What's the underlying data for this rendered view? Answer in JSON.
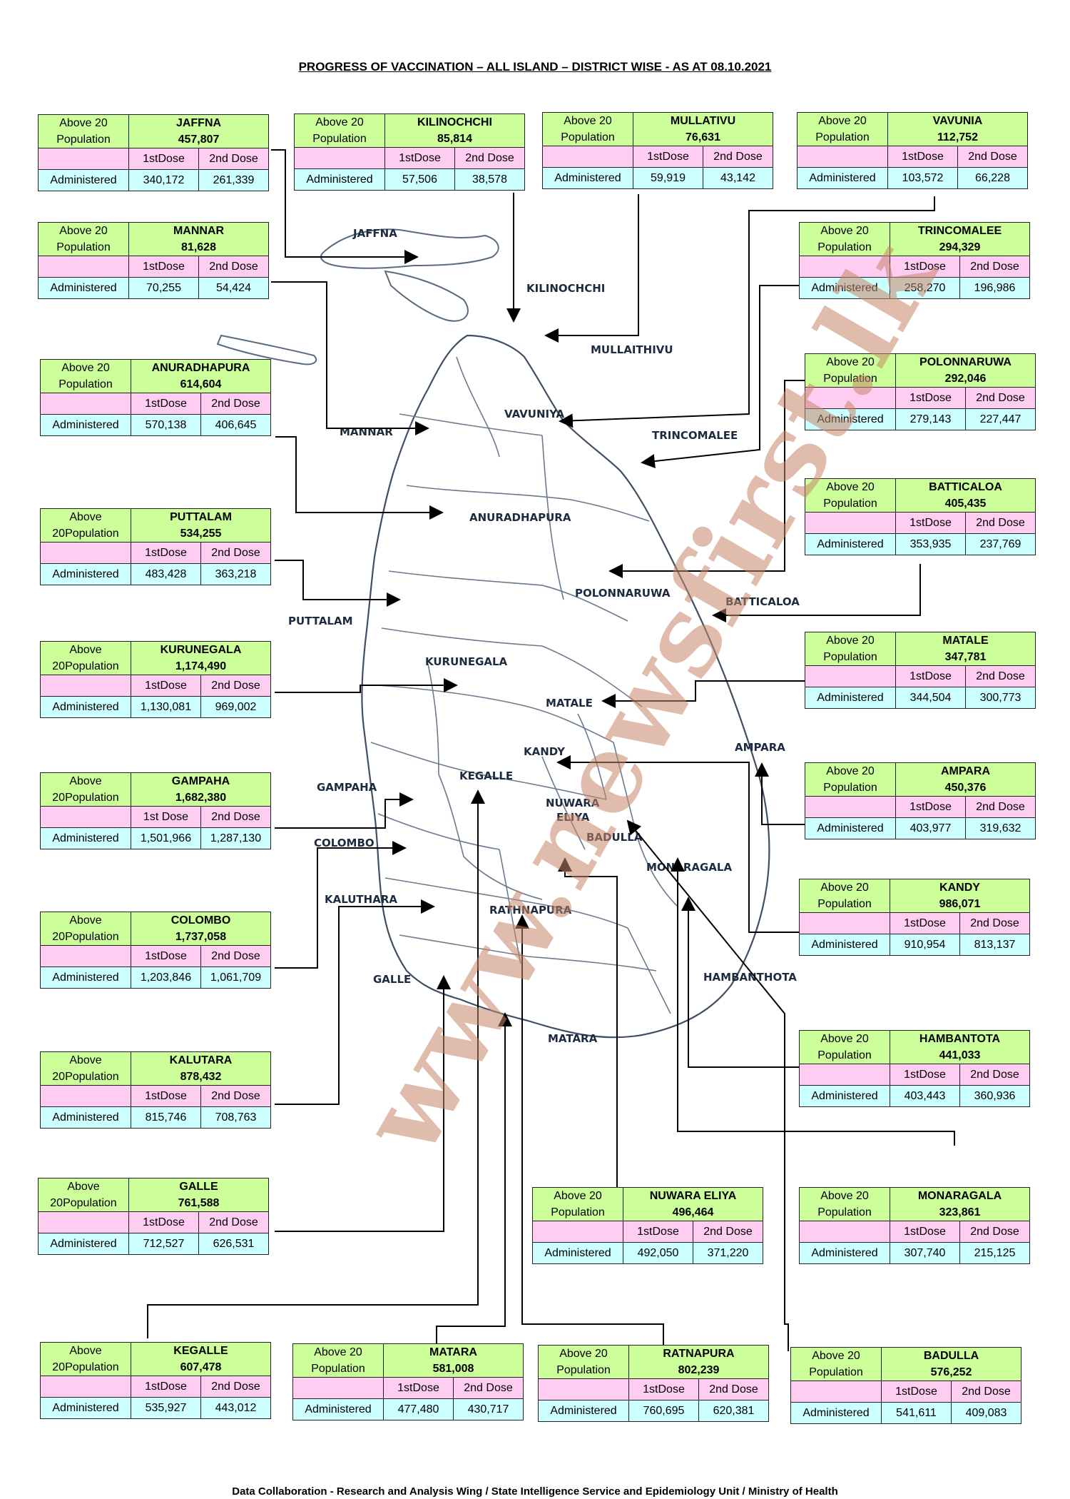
{
  "title": "PROGRESS OF VACCINATION – ALL ISLAND – DISTRICT WISE - AS AT 08.10.2021",
  "footer": "Data Collaboration - Research and Analysis Wing / State Intelligence Service and Epidemiology Unit / Ministry of Health",
  "watermark": "www.newsfirst.lk",
  "columns": {
    "first_dose": "1stDose",
    "second_dose": "2nd Dose",
    "administered": "Administered"
  },
  "districts": [
    {
      "id": "jaffna",
      "label": "Above 20 Population",
      "name": "JAFFNA",
      "population": "457,807",
      "dose1_label": "1stDose",
      "dose2_label": "2nd Dose",
      "dose1": "340,172",
      "dose2": "261,339"
    },
    {
      "id": "kilinochchi",
      "label": "Above 20 Population",
      "name": "KILINOCHCHI",
      "population": "85,814",
      "dose1_label": "1stDose",
      "dose2_label": "2nd Dose",
      "dose1": "57,506",
      "dose2": "38,578"
    },
    {
      "id": "mullativu",
      "label": "Above 20 Population",
      "name": "MULLATIVU",
      "population": "76,631",
      "dose1_label": "1stDose",
      "dose2_label": "2nd Dose",
      "dose1": "59,919",
      "dose2": "43,142"
    },
    {
      "id": "vavunia",
      "label": "Above 20 Population",
      "name": "VAVUNIA",
      "population": "112,752",
      "dose1_label": "1stDose",
      "dose2_label": "2nd Dose",
      "dose1": "103,572",
      "dose2": "66,228"
    },
    {
      "id": "mannar",
      "label": "Above 20 Population",
      "name": "MANNAR",
      "population": "81,628",
      "dose1_label": "1stDose",
      "dose2_label": "2nd Dose",
      "dose1": "70,255",
      "dose2": "54,424"
    },
    {
      "id": "trincomalee",
      "label": "Above 20 Population",
      "name": "TRINCOMALEE",
      "population": "294,329",
      "dose1_label": "1stDose",
      "dose2_label": "2nd Dose",
      "dose1": "258,270",
      "dose2": "196,986"
    },
    {
      "id": "anuradhapura",
      "label": "Above 20 Population",
      "name": "ANURADHAPURA",
      "population": "614,604",
      "dose1_label": "1stDose",
      "dose2_label": "2nd Dose",
      "dose1": "570,138",
      "dose2": "406,645"
    },
    {
      "id": "polonnaruwa",
      "label": "Above 20 Population",
      "name": "POLONNARUWA",
      "population": "292,046",
      "dose1_label": "1stDose",
      "dose2_label": "2nd Dose",
      "dose1": "279,143",
      "dose2": "227,447"
    },
    {
      "id": "batticaloa",
      "label": "Above 20 Population",
      "name": "BATTICALOA",
      "population": "405,435",
      "dose1_label": "1stDose",
      "dose2_label": "2nd Dose",
      "dose1": "353,935",
      "dose2": "237,769"
    },
    {
      "id": "puttalam",
      "label": "Above 20Population",
      "name": "PUTTALAM",
      "population": "534,255",
      "dose1_label": "1stDose",
      "dose2_label": "2nd Dose",
      "dose1": "483,428",
      "dose2": "363,218"
    },
    {
      "id": "kurunegala",
      "label": "Above 20Population",
      "name": "KURUNEGALA",
      "population": "1,174,490",
      "dose1_label": "1stDose",
      "dose2_label": "2nd Dose",
      "dose1": "1,130,081",
      "dose2": "969,002"
    },
    {
      "id": "matale",
      "label": "Above 20 Population",
      "name": "MATALE",
      "population": "347,781",
      "dose1_label": "1stDose",
      "dose2_label": "2nd Dose",
      "dose1": "344,504",
      "dose2": "300,773"
    },
    {
      "id": "gampaha",
      "label": "Above 20Population",
      "name": "GAMPAHA",
      "population": "1,682,380",
      "dose1_label": "1st Dose",
      "dose2_label": "2nd Dose",
      "dose1": "1,501,966",
      "dose2": "1,287,130"
    },
    {
      "id": "ampara",
      "label": "Above 20 Population",
      "name": "AMPARA",
      "population": "450,376",
      "dose1_label": "1stDose",
      "dose2_label": "2nd Dose",
      "dose1": "403,977",
      "dose2": "319,632"
    },
    {
      "id": "kandy",
      "label": "Above 20 Population",
      "name": "KANDY",
      "population": "986,071",
      "dose1_label": "1stDose",
      "dose2_label": "2nd Dose",
      "dose1": "910,954",
      "dose2": "813,137"
    },
    {
      "id": "colombo",
      "label": "Above 20Population",
      "name": "COLOMBO",
      "population": "1,737,058",
      "dose1_label": "1stDose",
      "dose2_label": "2nd Dose",
      "dose1": "1,203,846",
      "dose2": "1,061,709"
    },
    {
      "id": "kalutara",
      "label": "Above 20Population",
      "name": "KALUTARA",
      "population": "878,432",
      "dose1_label": "1stDose",
      "dose2_label": "2nd Dose",
      "dose1": "815,746",
      "dose2": "708,763"
    },
    {
      "id": "hambantota",
      "label": "Above 20 Population",
      "name": "HAMBANTOTA",
      "population": "441,033",
      "dose1_label": "1stDose",
      "dose2_label": "2nd Dose",
      "dose1": "403,443",
      "dose2": "360,936"
    },
    {
      "id": "galle",
      "label": "Above 20Population",
      "name": "GALLE",
      "population": "761,588",
      "dose1_label": "1stDose",
      "dose2_label": "2nd Dose",
      "dose1": "712,527",
      "dose2": "626,531"
    },
    {
      "id": "nuwara_eliya",
      "label": "Above 20 Population",
      "name": "NUWARA ELIYA",
      "population": "496,464",
      "dose1_label": "1stDose",
      "dose2_label": "2nd Dose",
      "dose1": "492,050",
      "dose2": "371,220"
    },
    {
      "id": "monaragala",
      "label": "Above 20 Population",
      "name": "MONARAGALA",
      "population": "323,861",
      "dose1_label": "1stDose",
      "dose2_label": "2nd Dose",
      "dose1": "307,740",
      "dose2": "215,125"
    },
    {
      "id": "kegalle",
      "label": "Above 20Population",
      "name": "KEGALLE",
      "population": "607,478",
      "dose1_label": "1stDose",
      "dose2_label": "2nd Dose",
      "dose1": "535,927",
      "dose2": "443,012"
    },
    {
      "id": "matara",
      "label": "Above 20 Population",
      "name": "MATARA",
      "population": "581,008",
      "dose1_label": "1stDose",
      "dose2_label": "2nd Dose",
      "dose1": "477,480",
      "dose2": "430,717"
    },
    {
      "id": "ratnapura",
      "label": "Above 20 Population",
      "name": "RATNAPURA",
      "population": "802,239",
      "dose1_label": "1stDose",
      "dose2_label": "2nd Dose",
      "dose1": "760,695",
      "dose2": "620,381"
    },
    {
      "id": "badulla",
      "label": "Above 20 Population",
      "name": "BADULLA",
      "population": "576,252",
      "dose1_label": "1stDose",
      "dose2_label": "2nd Dose",
      "dose1": "541,611",
      "dose2": "409,083"
    }
  ],
  "map_labels": {
    "jaffna": "JAFFNA",
    "kilinochchi": "KILINOCHCHI",
    "mullaithivu": "MULLAITHIVU",
    "vavuniya": "VAVUNIYA",
    "mannar": "MANNAR",
    "trincomalee": "TRINCOMALEE",
    "anuradhapura": "ANURADHAPURA",
    "polonnaruwa": "POLONNARUWA",
    "batticaloa": "BATTICALOA",
    "puttalam": "PUTTALAM",
    "kurunegala": "KURUNEGALA",
    "matale": "MATALE",
    "kandy": "KANDY",
    "ampara": "AMPARA",
    "gampaha": "GAMPAHA",
    "kegalle": "KEGALLE",
    "nuwara": "NUWARA",
    "eliya": "ELIYA",
    "badulla": "BADULLA",
    "colombo": "COLOMBO",
    "monaragala": "MONARAGALA",
    "kaluthara": "KALUTHARA",
    "rathnapura": "RATHNAPURA",
    "galle": "GALLE",
    "hambanthota": "HAMBANTHOTA",
    "matara": "MATARA"
  }
}
